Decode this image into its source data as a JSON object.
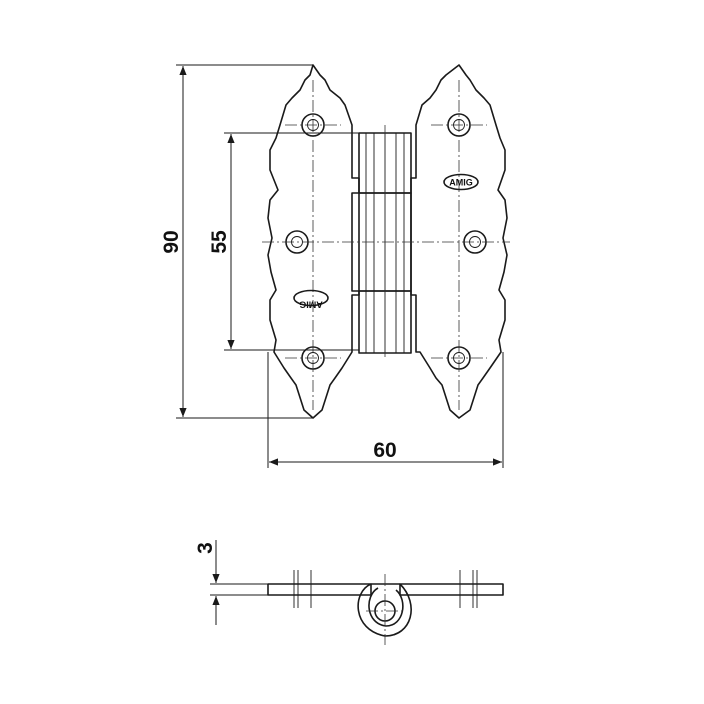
{
  "dimensions": {
    "height": "90",
    "pin_spacing": "55",
    "width": "60",
    "thickness": "3"
  },
  "branding": {
    "left_leaf_logo": "AMIG",
    "right_leaf_logo": "AMIG"
  }
}
